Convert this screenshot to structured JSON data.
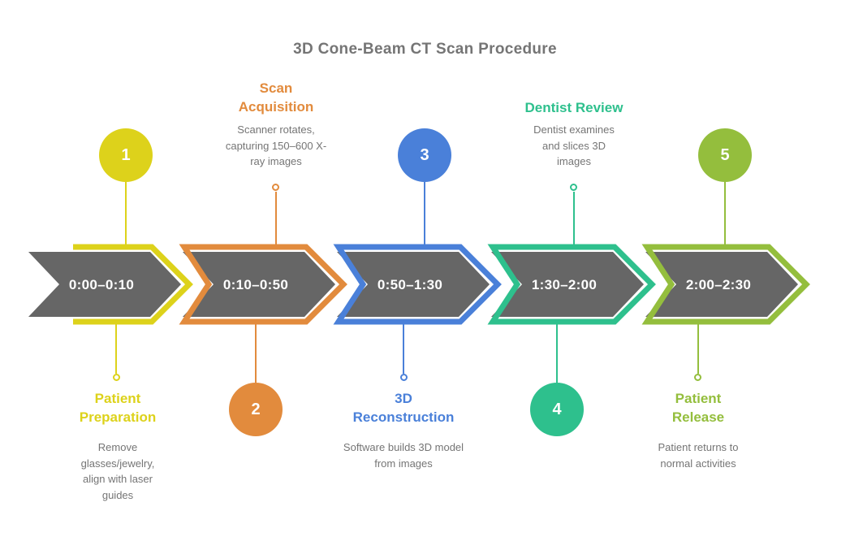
{
  "title": "3D Cone-Beam CT Scan Procedure",
  "timeline": {
    "bar_color": "#666666",
    "segments": [
      {
        "time": "0:00–0:10",
        "color": "#ddd21b"
      },
      {
        "time": "0:10–0:50",
        "color": "#e28b3d"
      },
      {
        "time": "0:50–1:30",
        "color": "#4a80d9"
      },
      {
        "time": "1:30–2:00",
        "color": "#2ec08d"
      },
      {
        "time": "2:00–2:30",
        "color": "#94be3d"
      }
    ]
  },
  "steps": [
    {
      "number": "1",
      "name": "Patient Preparation",
      "description": "Remove glasses/jewelry, align with laser guides",
      "color": "#ddd21b"
    },
    {
      "number": "2",
      "name": "Scan Acquisition",
      "description": "Scanner rotates, capturing 150–600 X-ray images",
      "color": "#e28b3d"
    },
    {
      "number": "3",
      "name": "3D Reconstruction",
      "description": "Software builds 3D model from images",
      "color": "#4a80d9"
    },
    {
      "number": "4",
      "name": "Dentist Review",
      "description": "Dentist examines and slices 3D images",
      "color": "#2ec08d"
    },
    {
      "number": "5",
      "name": "Patient Release",
      "description": "Patient returns to normal activities",
      "color": "#94be3d"
    }
  ]
}
